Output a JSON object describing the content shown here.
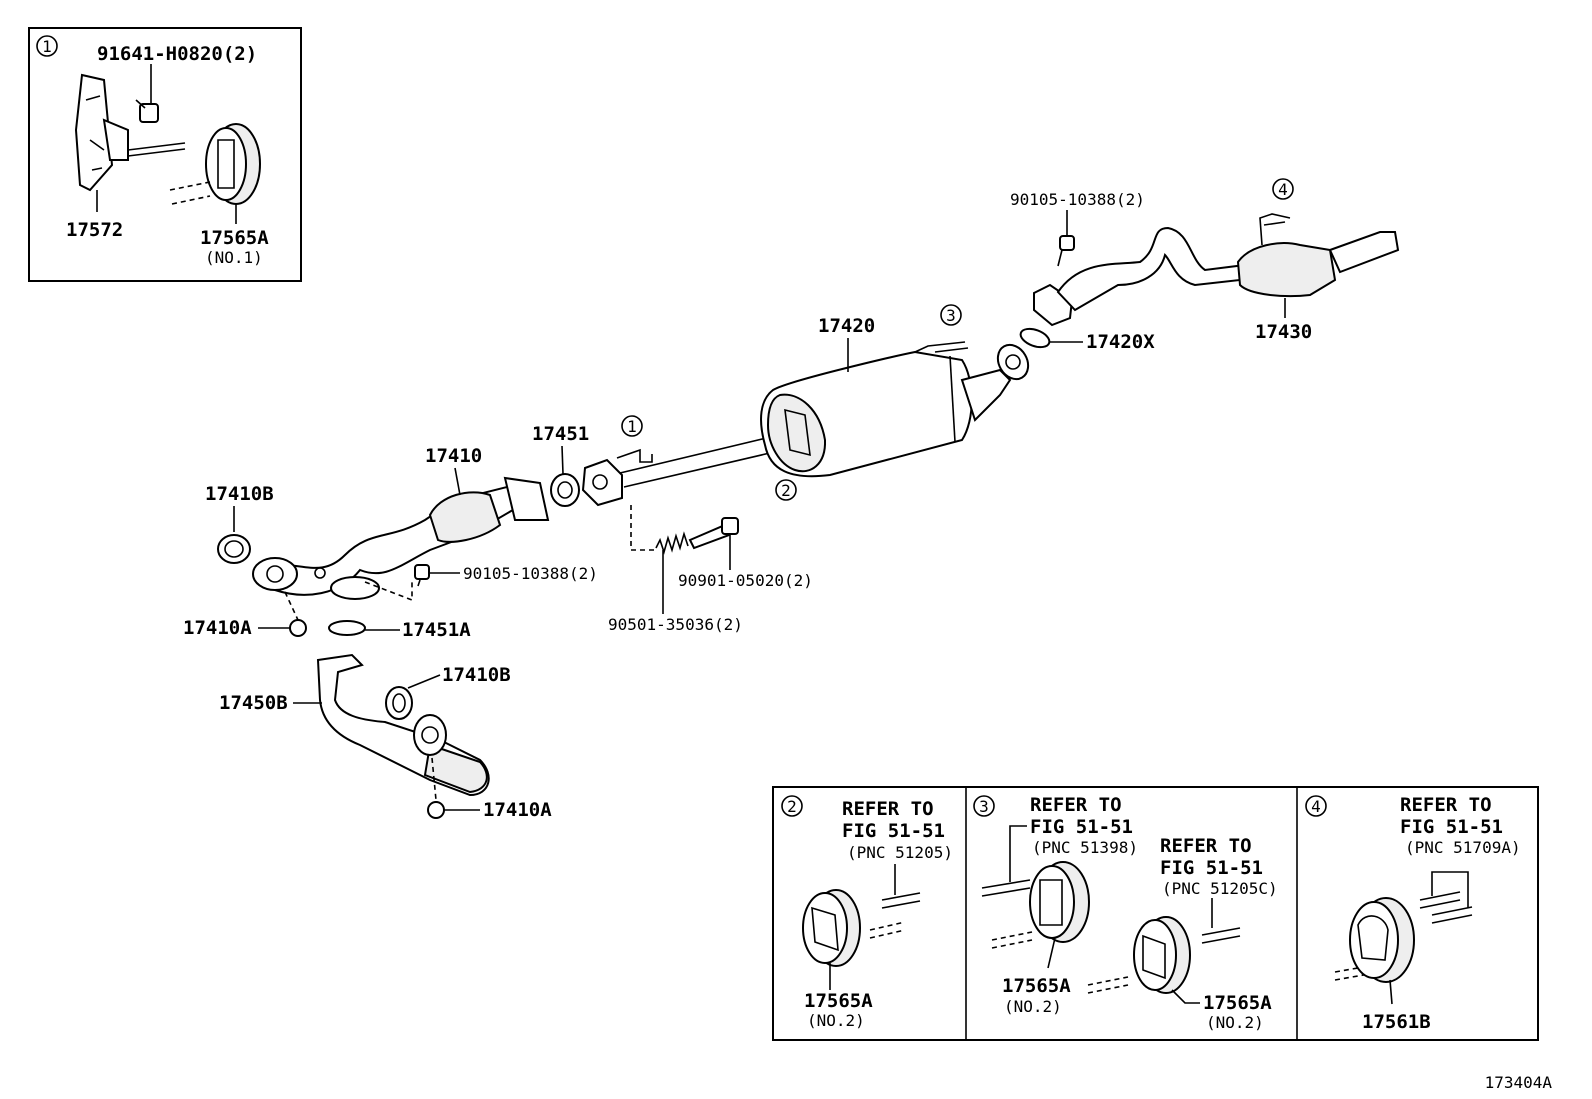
{
  "figure_id": "173404A",
  "inset1": {
    "marker": "1",
    "bolt": "91641-H0820(2)",
    "bracket": "17572",
    "insulator": "17565A",
    "insulator_sub": "(NO.1)"
  },
  "main": {
    "p_17410B_a": "17410B",
    "p_17410": "17410",
    "p_17451": "17451",
    "p_17420": "17420",
    "p_17420X": "17420X",
    "p_17430": "17430",
    "p_bolt_top": "90105-10388(2)",
    "p_bolt_mid": "90105-10388(2)",
    "p_90901": "90901-05020(2)",
    "p_90501": "90501-35036(2)",
    "p_17410A_a": "17410A",
    "p_17451A": "17451A",
    "p_17410B_b": "17410B",
    "p_17450B": "17450B",
    "p_17410A_b": "17410A",
    "marker_1": "1",
    "marker_2": "2",
    "marker_3": "3",
    "marker_4": "4"
  },
  "inset2": {
    "marker": "2",
    "refer1": "REFER TO",
    "refer2": "FIG 51-51",
    "pnc": "(PNC 51205)",
    "part": "17565A",
    "part_sub": "(NO.2)"
  },
  "inset3": {
    "marker": "3",
    "refer_a1": "REFER TO",
    "refer_a2": "FIG 51-51",
    "pnc_a": "(PNC 51398)",
    "refer_b1": "REFER TO",
    "refer_b2": "FIG 51-51",
    "pnc_b": "(PNC 51205C)",
    "part_a": "17565A",
    "part_a_sub": "(NO.2)",
    "part_b": "17565A",
    "part_b_sub": "(NO.2)"
  },
  "inset4": {
    "marker": "4",
    "refer1": "REFER TO",
    "refer2": "FIG 51-51",
    "pnc": "(PNC 51709A)",
    "part": "17561B"
  }
}
